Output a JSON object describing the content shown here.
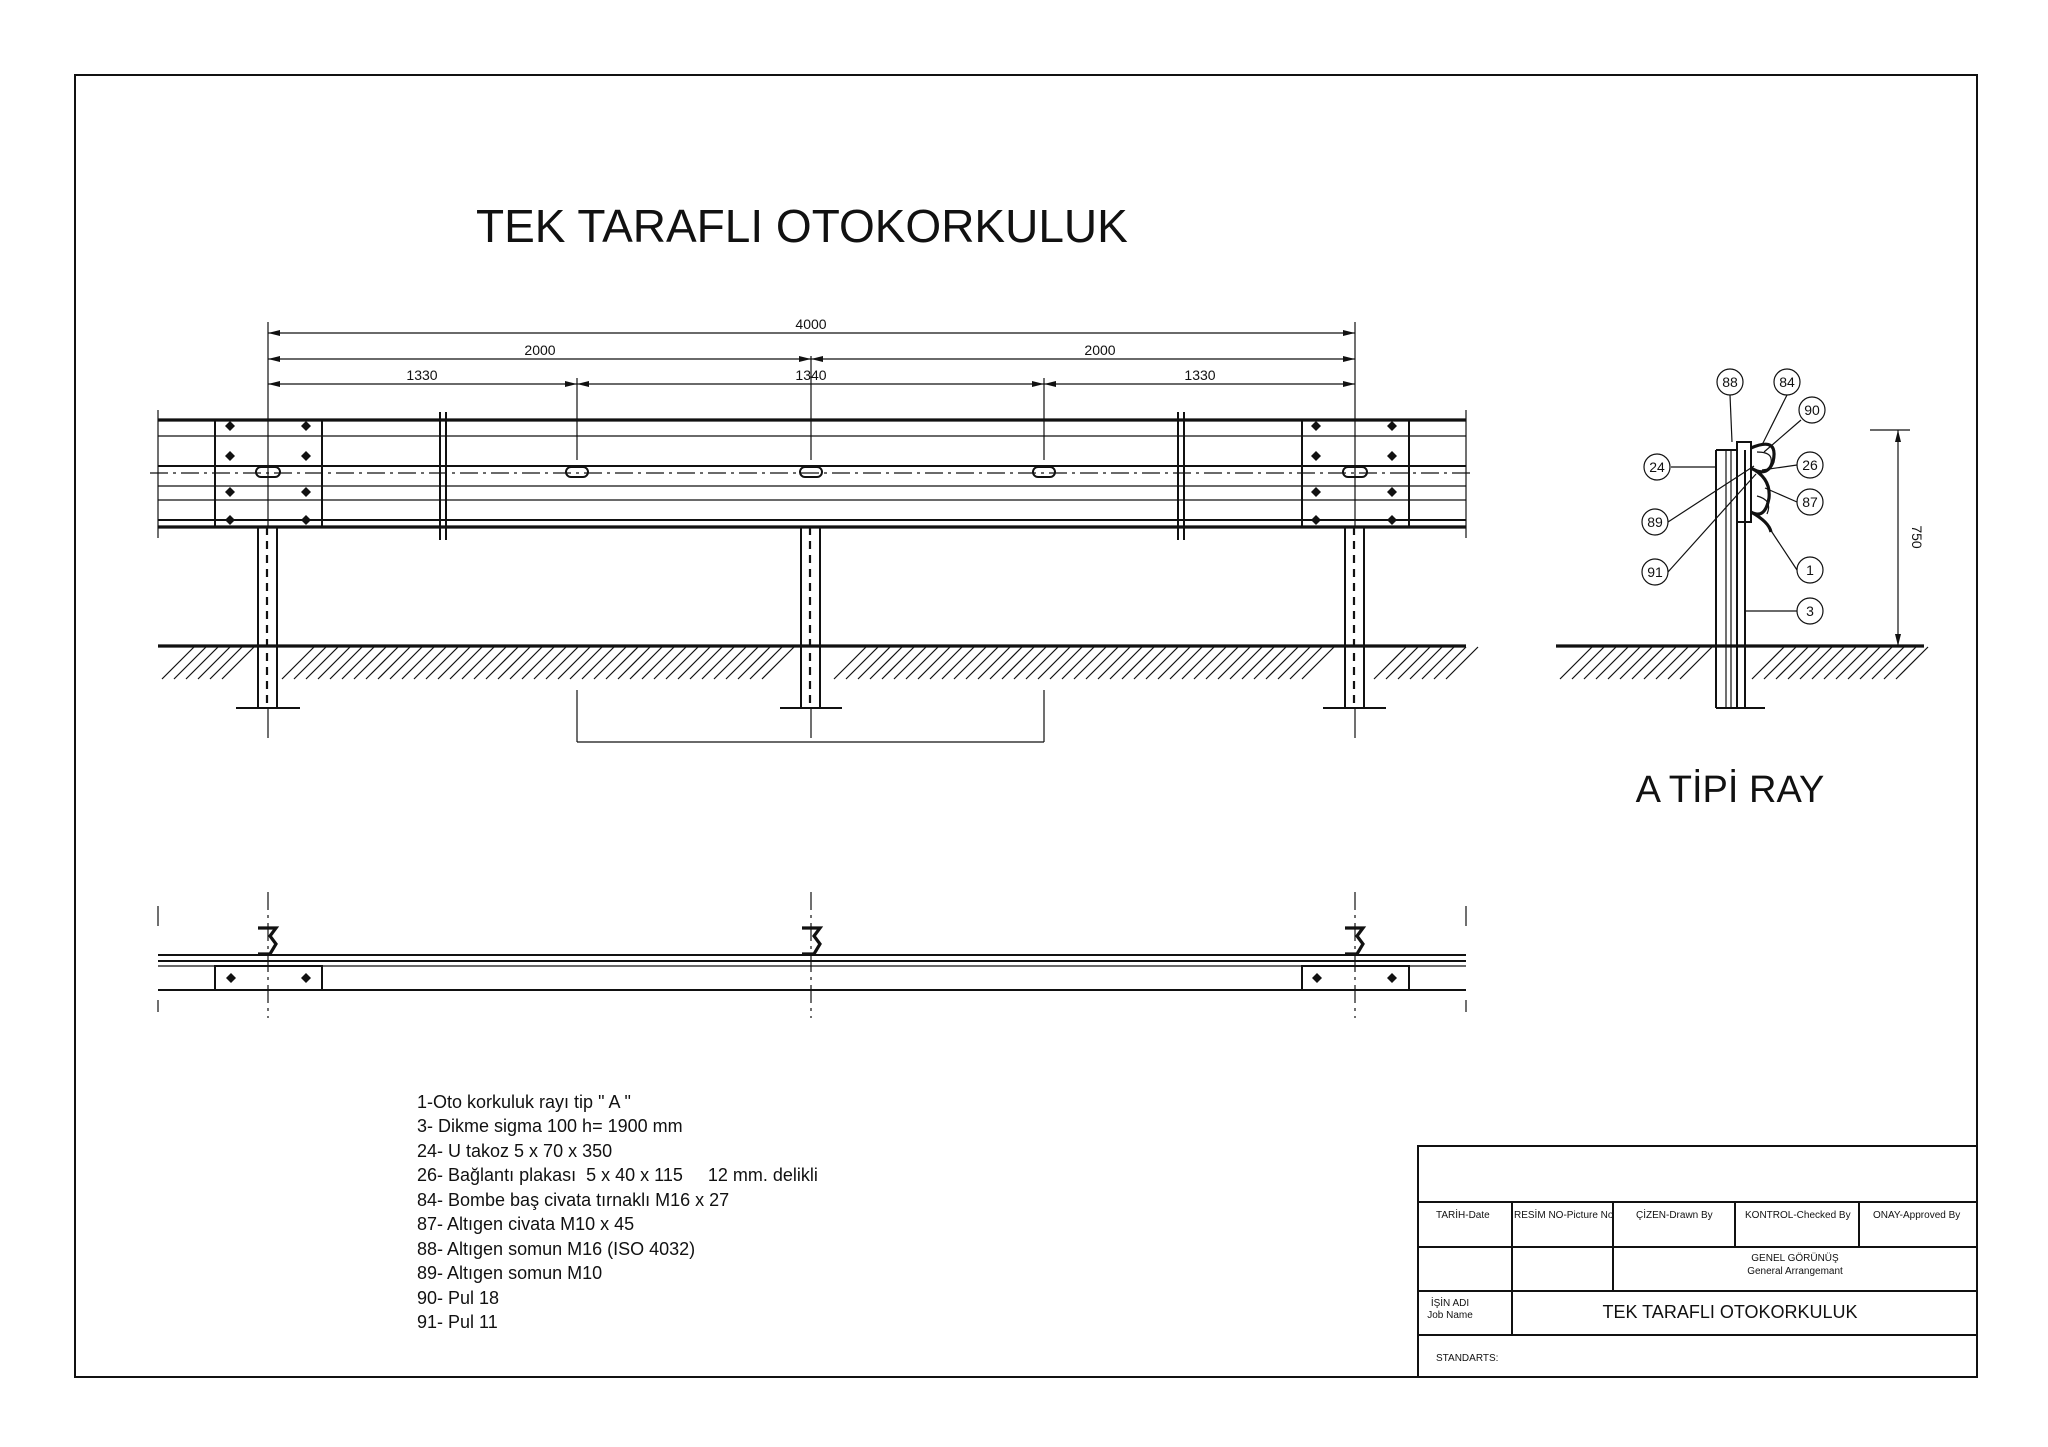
{
  "title": "TEK TARAFLI OTOKORKULUK",
  "dimensions": {
    "total": "4000",
    "half_left": "2000",
    "half_right": "2000",
    "span_left": "1330",
    "span_mid": "1340",
    "span_right": "1330"
  },
  "section": {
    "title": "A TİPİ RAY",
    "height_dim": "750",
    "callouts": [
      "88",
      "84",
      "90",
      "24",
      "26",
      "87",
      "89",
      "91",
      "1",
      "3"
    ]
  },
  "parts_list": [
    "1-Oto korkuluk rayı tip  \" A \"",
    "3- Dikme sigma 100  h= 1900 mm",
    "24- U  takoz  5 x 70 x 350",
    "26- Bağlantı plakası  5 x 40 x 115     12 mm. delikli",
    "84- Bombe baş civata tırnaklı  M16 x 27",
    "87- Altıgen civata  M10 x 45",
    "88- Altıgen somun  M16 (ISO 4032)",
    "89- Altıgen somun  M10",
    "90- Pul  18",
    "91- Pul  11"
  ],
  "title_block": {
    "date_label": "TARİH-Date",
    "picture_no_label": "RESİM NO-Picture No",
    "drawn_by_label": "ÇİZEN-Drawn By",
    "checked_by_label": "KONTROL-Checked By",
    "approved_by_label": "ONAY-Approved By",
    "general_tr": "GENEL GÖRÜNÜŞ",
    "general_en": "General Arrangemant",
    "job_label_tr": "İŞİN ADI",
    "job_label_en": "Job Name",
    "job_name": "TEK TARAFLI OTOKORKULUK",
    "standards_label": "STANDARTS:"
  }
}
